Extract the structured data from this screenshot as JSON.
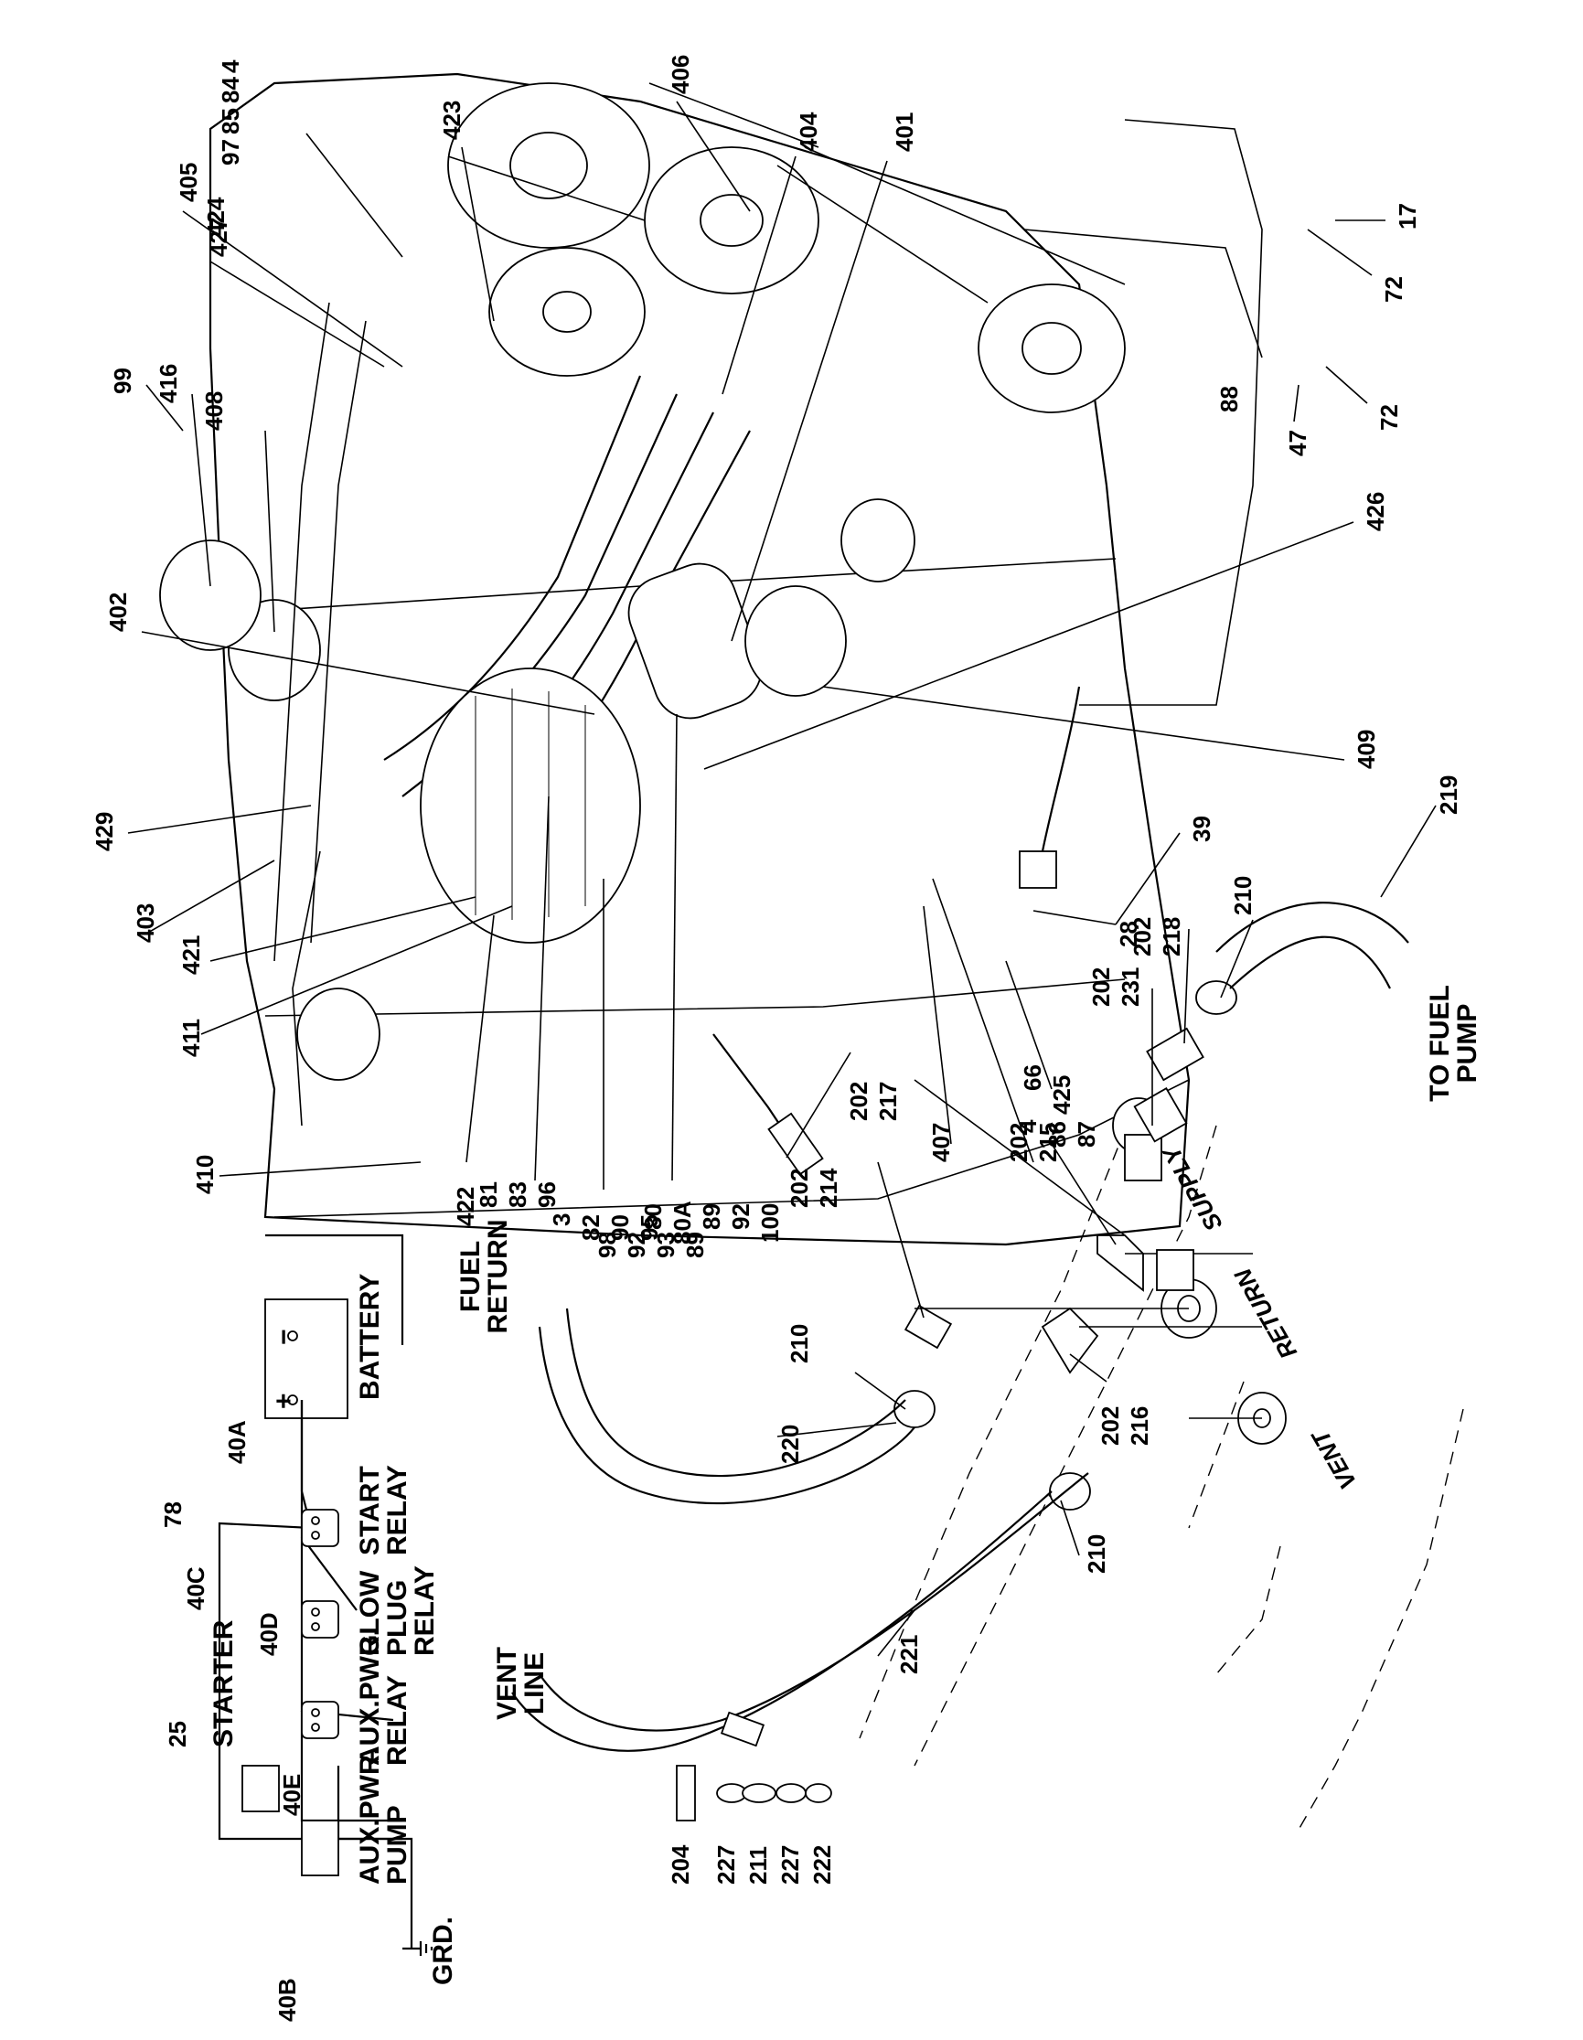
{
  "engine_callouts": [
    {
      "id": "c406",
      "lines": [
        "406"
      ]
    },
    {
      "id": "c404",
      "lines": [
        "404"
      ]
    },
    {
      "id": "c401",
      "lines": [
        "401"
      ]
    },
    {
      "id": "c423",
      "lines": [
        "423"
      ]
    },
    {
      "id": "c4_84",
      "lines": [
        "4",
        "84",
        "85",
        "97"
      ]
    },
    {
      "id": "c405",
      "lines": [
        "405",
        "424"
      ]
    },
    {
      "id": "c427",
      "lines": [
        "427"
      ]
    },
    {
      "id": "c17",
      "lines": [
        "17"
      ]
    },
    {
      "id": "c72a",
      "lines": [
        "72"
      ]
    },
    {
      "id": "c72b",
      "lines": [
        "72"
      ]
    },
    {
      "id": "c47",
      "lines": [
        "47"
      ]
    },
    {
      "id": "c88",
      "lines": [
        "88"
      ]
    },
    {
      "id": "c426",
      "lines": [
        "426"
      ]
    },
    {
      "id": "c409",
      "lines": [
        "409"
      ]
    },
    {
      "id": "c39",
      "lines": [
        "39"
      ]
    },
    {
      "id": "c28",
      "lines": [
        "28"
      ]
    },
    {
      "id": "c66",
      "lines": [
        "66",
        "425"
      ]
    },
    {
      "id": "c99",
      "lines": [
        "99"
      ]
    },
    {
      "id": "c416",
      "lines": [
        "416"
      ]
    },
    {
      "id": "c408",
      "lines": [
        "408"
      ]
    },
    {
      "id": "c402",
      "lines": [
        "402"
      ]
    },
    {
      "id": "c429",
      "lines": [
        "429"
      ]
    },
    {
      "id": "c403",
      "lines": [
        "403"
      ]
    },
    {
      "id": "c421",
      "lines": [
        "421"
      ]
    },
    {
      "id": "c411",
      "lines": [
        "411"
      ]
    },
    {
      "id": "c410",
      "lines": [
        "410"
      ]
    },
    {
      "id": "c422",
      "lines": [
        "422"
      ]
    },
    {
      "id": "c81",
      "lines": [
        "81",
        "83",
        "96"
      ]
    },
    {
      "id": "c3",
      "lines": [
        "3",
        "82",
        "90",
        "95"
      ]
    },
    {
      "id": "c80",
      "lines": [
        "80",
        "80A",
        "89",
        "92",
        "100"
      ]
    },
    {
      "id": "c407",
      "lines": [
        "407"
      ]
    },
    {
      "id": "c4_86",
      "lines": [
        "4",
        "86",
        "87"
      ]
    }
  ],
  "fuel_callouts": [
    {
      "id": "c210a",
      "lines": [
        "210"
      ]
    },
    {
      "id": "c219",
      "lines": [
        "219"
      ]
    },
    {
      "id": "c202_218",
      "lines": [
        "202",
        "218"
      ]
    },
    {
      "id": "c202_231",
      "lines": [
        "202",
        "231"
      ]
    },
    {
      "id": "c202_215",
      "lines": [
        "202",
        "215"
      ]
    },
    {
      "id": "c202_217",
      "lines": [
        "202",
        "217"
      ]
    },
    {
      "id": "c202_214",
      "lines": [
        "202",
        "214"
      ]
    },
    {
      "id": "c98",
      "lines": [
        "98",
        "92",
        "93",
        "89"
      ]
    },
    {
      "id": "c210b",
      "lines": [
        "210"
      ]
    },
    {
      "id": "c220",
      "lines": [
        "220"
      ]
    },
    {
      "id": "c202_216",
      "lines": [
        "202",
        "216"
      ]
    },
    {
      "id": "c210c",
      "lines": [
        "210"
      ]
    },
    {
      "id": "c221",
      "lines": [
        "221"
      ]
    },
    {
      "id": "c204",
      "lines": [
        "204"
      ]
    },
    {
      "id": "c227a",
      "lines": [
        "227"
      ]
    },
    {
      "id": "c211",
      "lines": [
        "211"
      ]
    },
    {
      "id": "c227b",
      "lines": [
        "227"
      ]
    },
    {
      "id": "c222",
      "lines": [
        "222"
      ]
    }
  ],
  "fuel_labels": {
    "to_fuel_pump": [
      "TO FUEL",
      "PUMP"
    ],
    "supply": "SUPPLY",
    "return": "RETURN",
    "vent": "VENT",
    "fuel_return": [
      "FUEL",
      "RETURN"
    ],
    "vent_line": [
      "VENT",
      "LINE"
    ]
  },
  "schematic": {
    "battery": "BATTERY",
    "plus": "+",
    "minus": "−",
    "start_relay": [
      "START",
      "RELAY"
    ],
    "glow_plug_relay": [
      "GLOW",
      "PLUG",
      "RELAY"
    ],
    "aux_pwr_relay": [
      "AUX.PWR.",
      "RELAY"
    ],
    "aux_pwr_pump": [
      "AUX.PWR.",
      "PUMP"
    ],
    "starter": "STARTER",
    "ground": "GRD.",
    "wires": [
      "40A",
      "78",
      "40C",
      "40D",
      "25",
      "40E",
      "40B"
    ]
  }
}
